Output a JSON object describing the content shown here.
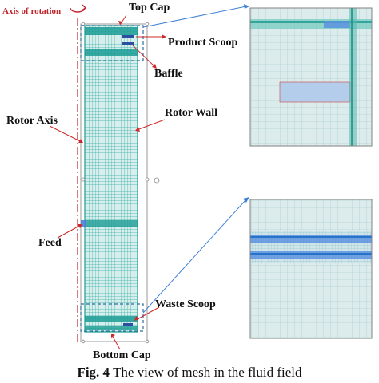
{
  "labels": {
    "axis_of_rotation": "Axis of rotation",
    "top_cap": "Top Cap",
    "product_scoop": "Product Scoop",
    "baffle": "Baffle",
    "rotor_axis": "Rotor Axis",
    "rotor_wall": "Rotor Wall",
    "feed": "Feed",
    "waste_scoop": "Waste Scoop",
    "bottom_cap": "Bottom Cap"
  },
  "caption": {
    "prefix": "Fig. 4",
    "text": " The view of mesh in the fluid field"
  },
  "colors": {
    "mesh": "#2aa9a4",
    "mesh_dark": "#14877f",
    "scoop_blue": "#3b7fe6",
    "axis_red": "#c0262e",
    "leader_red": "#cc2a2a",
    "zoom_line": "#3d7fd6",
    "bg_mesh": "#d9ecee"
  }
}
